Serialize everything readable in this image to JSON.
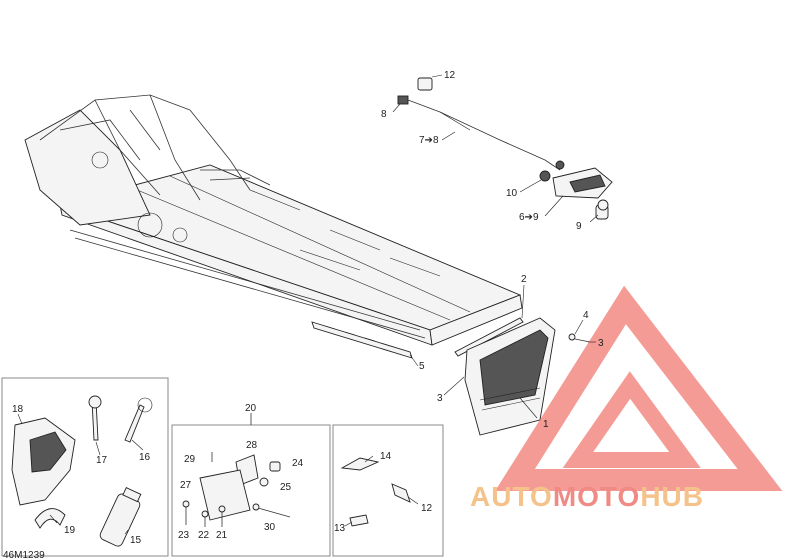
{
  "diagram_code": "46M1239",
  "labels": {
    "l1": "1",
    "l2": "2",
    "l3a": "3",
    "l3b": "3",
    "l4": "4",
    "l5": "5",
    "l6": "6➔9",
    "l7": "7➔8",
    "l8": "8",
    "l9": "9",
    "l10": "10",
    "l12a": "12",
    "l12b": "12",
    "l13": "13",
    "l14": "14",
    "l15": "15",
    "l16": "16",
    "l17": "17",
    "l18": "18",
    "l19": "19",
    "l20": "20",
    "l21": "21",
    "l22": "22",
    "l23": "23",
    "l24": "24",
    "l25": "25",
    "l27": "27",
    "l28": "28",
    "l29": "29",
    "l30": "30"
  },
  "watermark": {
    "text_a": "AUTO",
    "text_b": "MOTO",
    "text_c": "HUB",
    "color_a": "#f5c28a",
    "color_b": "#f08a84",
    "color_c": "#f5c28a",
    "triangle_color": "#f27a72"
  }
}
